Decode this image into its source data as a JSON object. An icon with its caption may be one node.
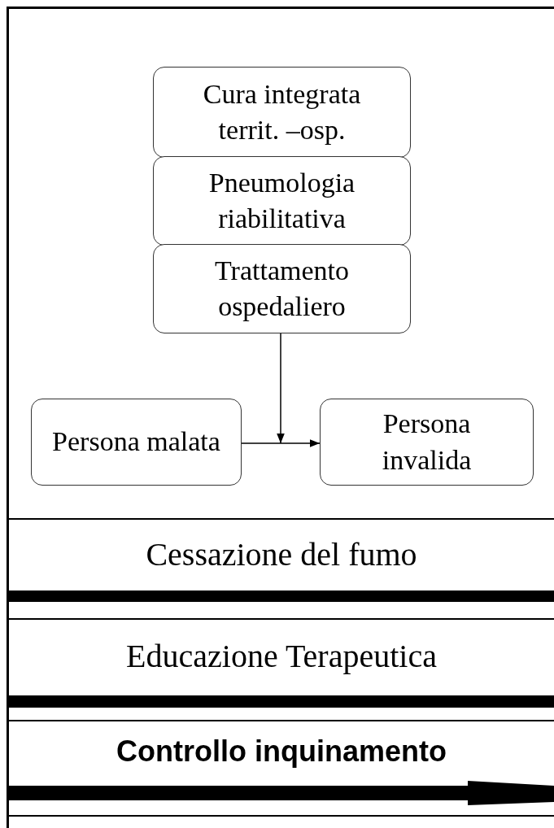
{
  "diagram": {
    "nodes": [
      {
        "text": [
          "Cura integrata territ. –osp."
        ]
      },
      {
        "text": [
          "Pneumologia riabilitativa"
        ]
      },
      {
        "text": [
          "Trattamento ospedaliero"
        ]
      },
      {
        "text": [
          "Persona malata"
        ]
      },
      {
        "text": [
          "Persona invalida"
        ]
      },
      {
        "text": [
          "Cessazione del fumo"
        ]
      },
      {
        "text": [
          "Educazione Terapeutica"
        ]
      },
      {
        "text": [
          "Controllo inquinamento"
        ]
      },
      {
        "text": [],
        "shape": "bar"
      },
      {
        "text": [],
        "shape": "bar"
      },
      {
        "text": [],
        "shape": "arrow"
      }
    ],
    "edges": [
      {
        "from": 2,
        "to": null,
        "arrow": "to"
      },
      {
        "from": 3,
        "to": 4,
        "arrow": "to"
      }
    ]
  }
}
